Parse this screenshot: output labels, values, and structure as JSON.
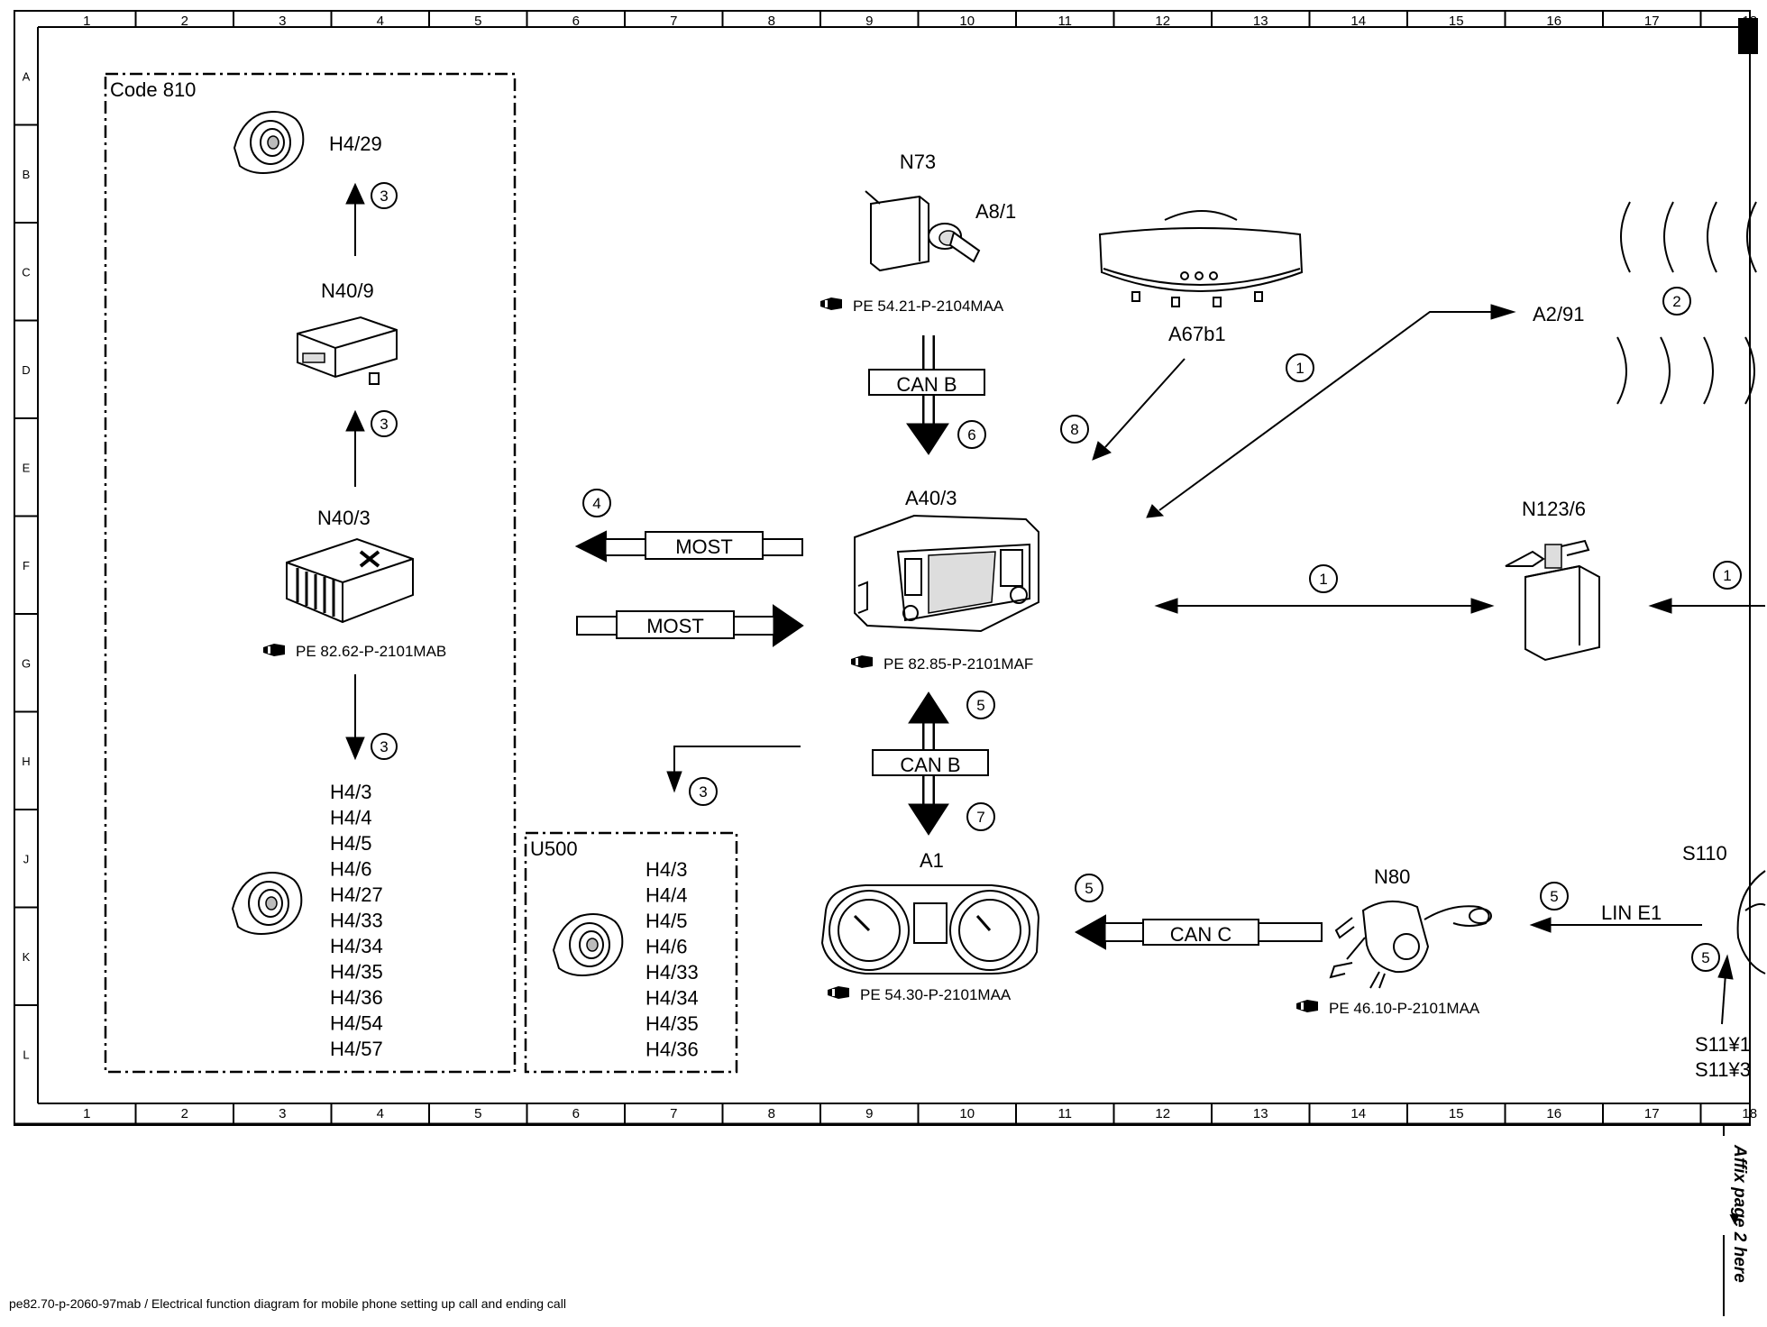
{
  "grid": {
    "columns": [
      "1",
      "2",
      "3",
      "4",
      "5",
      "6",
      "7",
      "8",
      "9",
      "10",
      "11",
      "12",
      "13",
      "14",
      "15",
      "16",
      "17",
      "18"
    ],
    "rows": [
      "A",
      "B",
      "C",
      "D",
      "E",
      "F",
      "G",
      "H",
      "J",
      "K",
      "L"
    ]
  },
  "boxes": {
    "code810": "Code 810",
    "u500": "U500"
  },
  "components": {
    "h4_29": "H4/29",
    "n40_9": "N40/9",
    "n40_3": "N40/3",
    "n73": "N73",
    "a8_1": "A8/1",
    "a67b1": "A67b1",
    "a2_91": "A2/91",
    "a40_3": "A40/3",
    "n123_6": "N123/6",
    "a1": "A1",
    "n80": "N80",
    "s110": "S110",
    "s110_bottom_1": "S11¥1",
    "s110_bottom_2": "S11¥3"
  },
  "references": {
    "n40_3": "PE 82.62-P-2101MAB",
    "n73": "PE 54.21-P-2104MAA",
    "a40_3": "PE 82.85-P-2101MAF",
    "a1": "PE 54.30-P-2101MAA",
    "n80": "PE 46.10-P-2101MAA"
  },
  "speaker_list_code810": [
    "H4/3",
    "H4/4",
    "H4/5",
    "H4/6",
    "H4/27",
    "H4/33",
    "H4/34",
    "H4/35",
    "H4/36",
    "H4/54",
    "H4/57"
  ],
  "speaker_list_u500": [
    "H4/3",
    "H4/4",
    "H4/5",
    "H4/6",
    "H4/33",
    "H4/34",
    "H4/35",
    "H4/36"
  ],
  "buses": {
    "can_b": "CAN B",
    "can_c": "CAN C",
    "most": "MOST",
    "lin_e1": "LIN E1"
  },
  "step_numbers": {
    "one": "1",
    "two": "2",
    "three": "3",
    "four": "4",
    "five": "5",
    "six": "6",
    "seven": "7",
    "eight": "8"
  },
  "side_note": "Affix page 2 here",
  "side_arrow": "▼",
  "footer": "pe82.70-p-2060-97mab / Electrical function diagram for mobile phone setting up call and ending call",
  "colors": {
    "line": "#000000",
    "background": "#ffffff"
  },
  "icons": [
    "speaker-icon",
    "control-unit-icon",
    "amplifier-icon",
    "ignition-switch-icon",
    "rear-view-mirror-icon",
    "radio-head-unit-icon",
    "instrument-cluster-icon",
    "steering-column-module-icon",
    "antenna-module-icon",
    "reference-pointer-icon"
  ]
}
